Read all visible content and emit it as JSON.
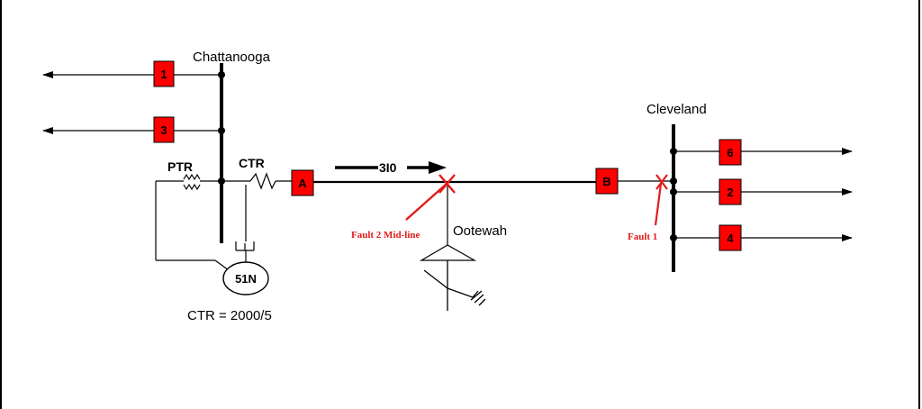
{
  "labels": {
    "chattanooga": "Chattanooga",
    "cleveland": "Cleveland",
    "ootewah": "Ootewah",
    "ptr": "PTR",
    "ctr": "CTR",
    "current_3i0": "3I0",
    "relay_51n": "51N",
    "ctr_ratio": "CTR = 2000/5",
    "fault1": "Fault 1",
    "fault2": "Fault 2 Mid-line"
  },
  "breakers": {
    "b1": "1",
    "b3": "3",
    "bA": "A",
    "bB": "B",
    "b6": "6",
    "b2": "2",
    "b4": "4"
  },
  "colors": {
    "breaker_fill": "#ff0000",
    "fault_mark": "#e11b1b",
    "line": "#000000",
    "frame": "#000000"
  }
}
